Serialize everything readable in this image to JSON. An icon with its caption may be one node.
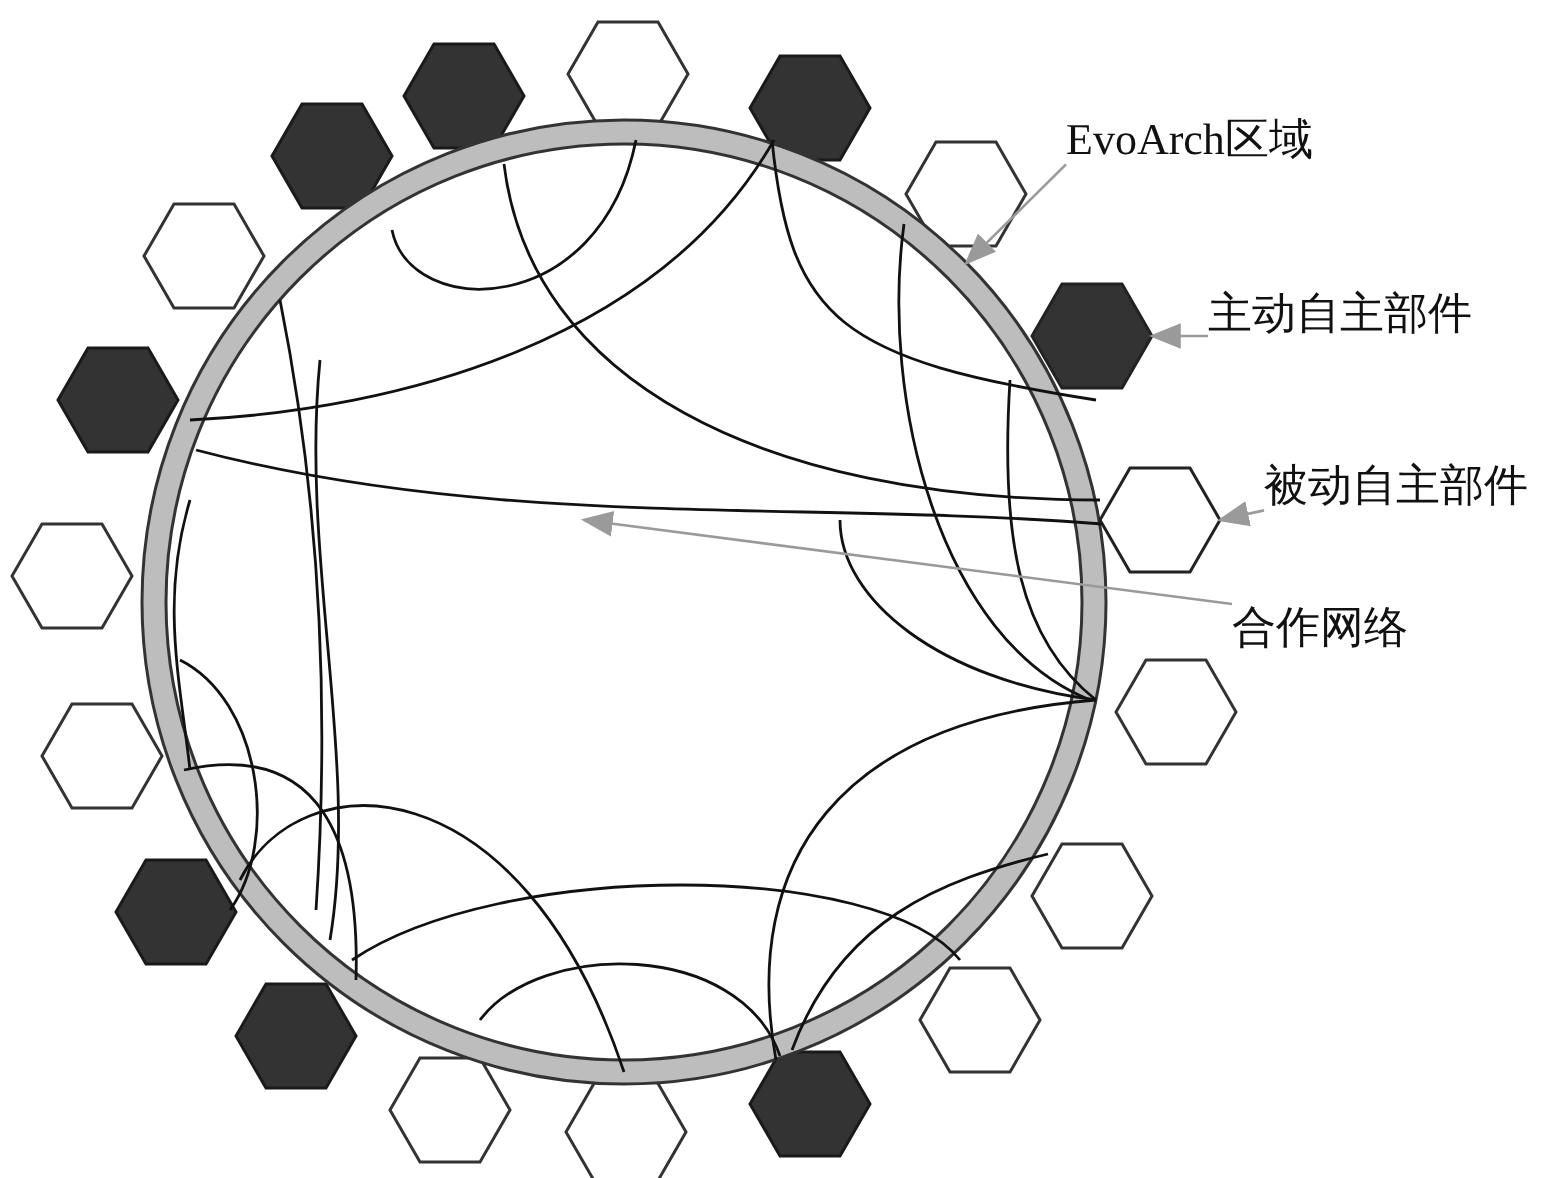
{
  "diagram": {
    "nodes": [
      {
        "text": [
          "EvoArch区域"
        ]
      },
      {
        "text": [],
        "shape": "circle"
      },
      {
        "text": [
          "主动自主部件"
        ]
      },
      {
        "text": [],
        "shape": "hexagon"
      },
      {
        "text": [
          "被动自主部件"
        ]
      },
      {
        "text": [],
        "shape": "hexagon"
      },
      {
        "text": [
          "合作网络"
        ]
      },
      {
        "text": [],
        "shape": "lines",
        "in": 1
      }
    ],
    "edges": [
      {
        "from": 0,
        "to": 1,
        "arrow": "to"
      },
      {
        "from": 2,
        "to": 3,
        "arrow": "to"
      },
      {
        "from": 4,
        "to": 5,
        "arrow": "to"
      },
      {
        "from": 6,
        "to": 7,
        "arrow": "to"
      }
    ]
  }
}
